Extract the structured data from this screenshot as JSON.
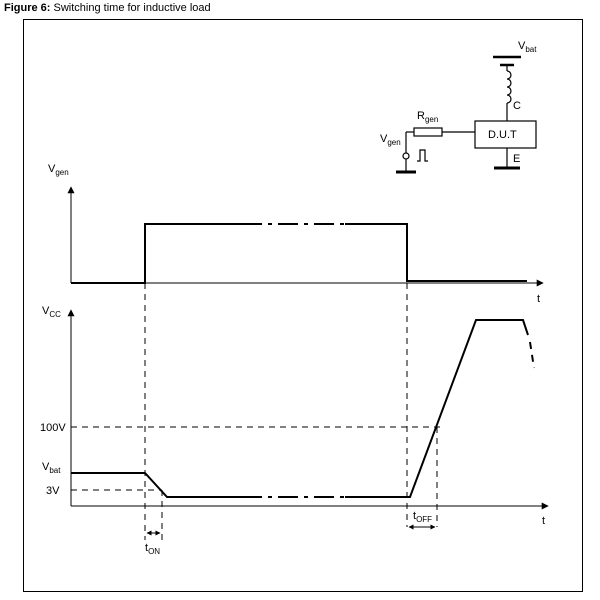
{
  "figure": {
    "number": "Figure 6:",
    "title": "Switching time for inductive load"
  },
  "circuit": {
    "vbat_main": "V",
    "vbat_sub": "bat",
    "c_label": "C",
    "e_label": "E",
    "rgen_main": "R",
    "rgen_sub": "gen",
    "vgen_main": "V",
    "vgen_sub": "gen",
    "dut_label": "D.U.T"
  },
  "top_plot": {
    "ylabel_main": "V",
    "ylabel_sub": "gen",
    "xlabel": "t"
  },
  "bottom_plot": {
    "ylabel_main": "V",
    "ylabel_sub": "CC",
    "xlabel": "t",
    "level_100v": "100V",
    "level_vbat_main": "V",
    "level_vbat_sub": "bat",
    "level_3v": "3V",
    "ton_main": "t",
    "ton_sub": "ON",
    "toff_main": "t",
    "toff_sub": "OFF"
  }
}
